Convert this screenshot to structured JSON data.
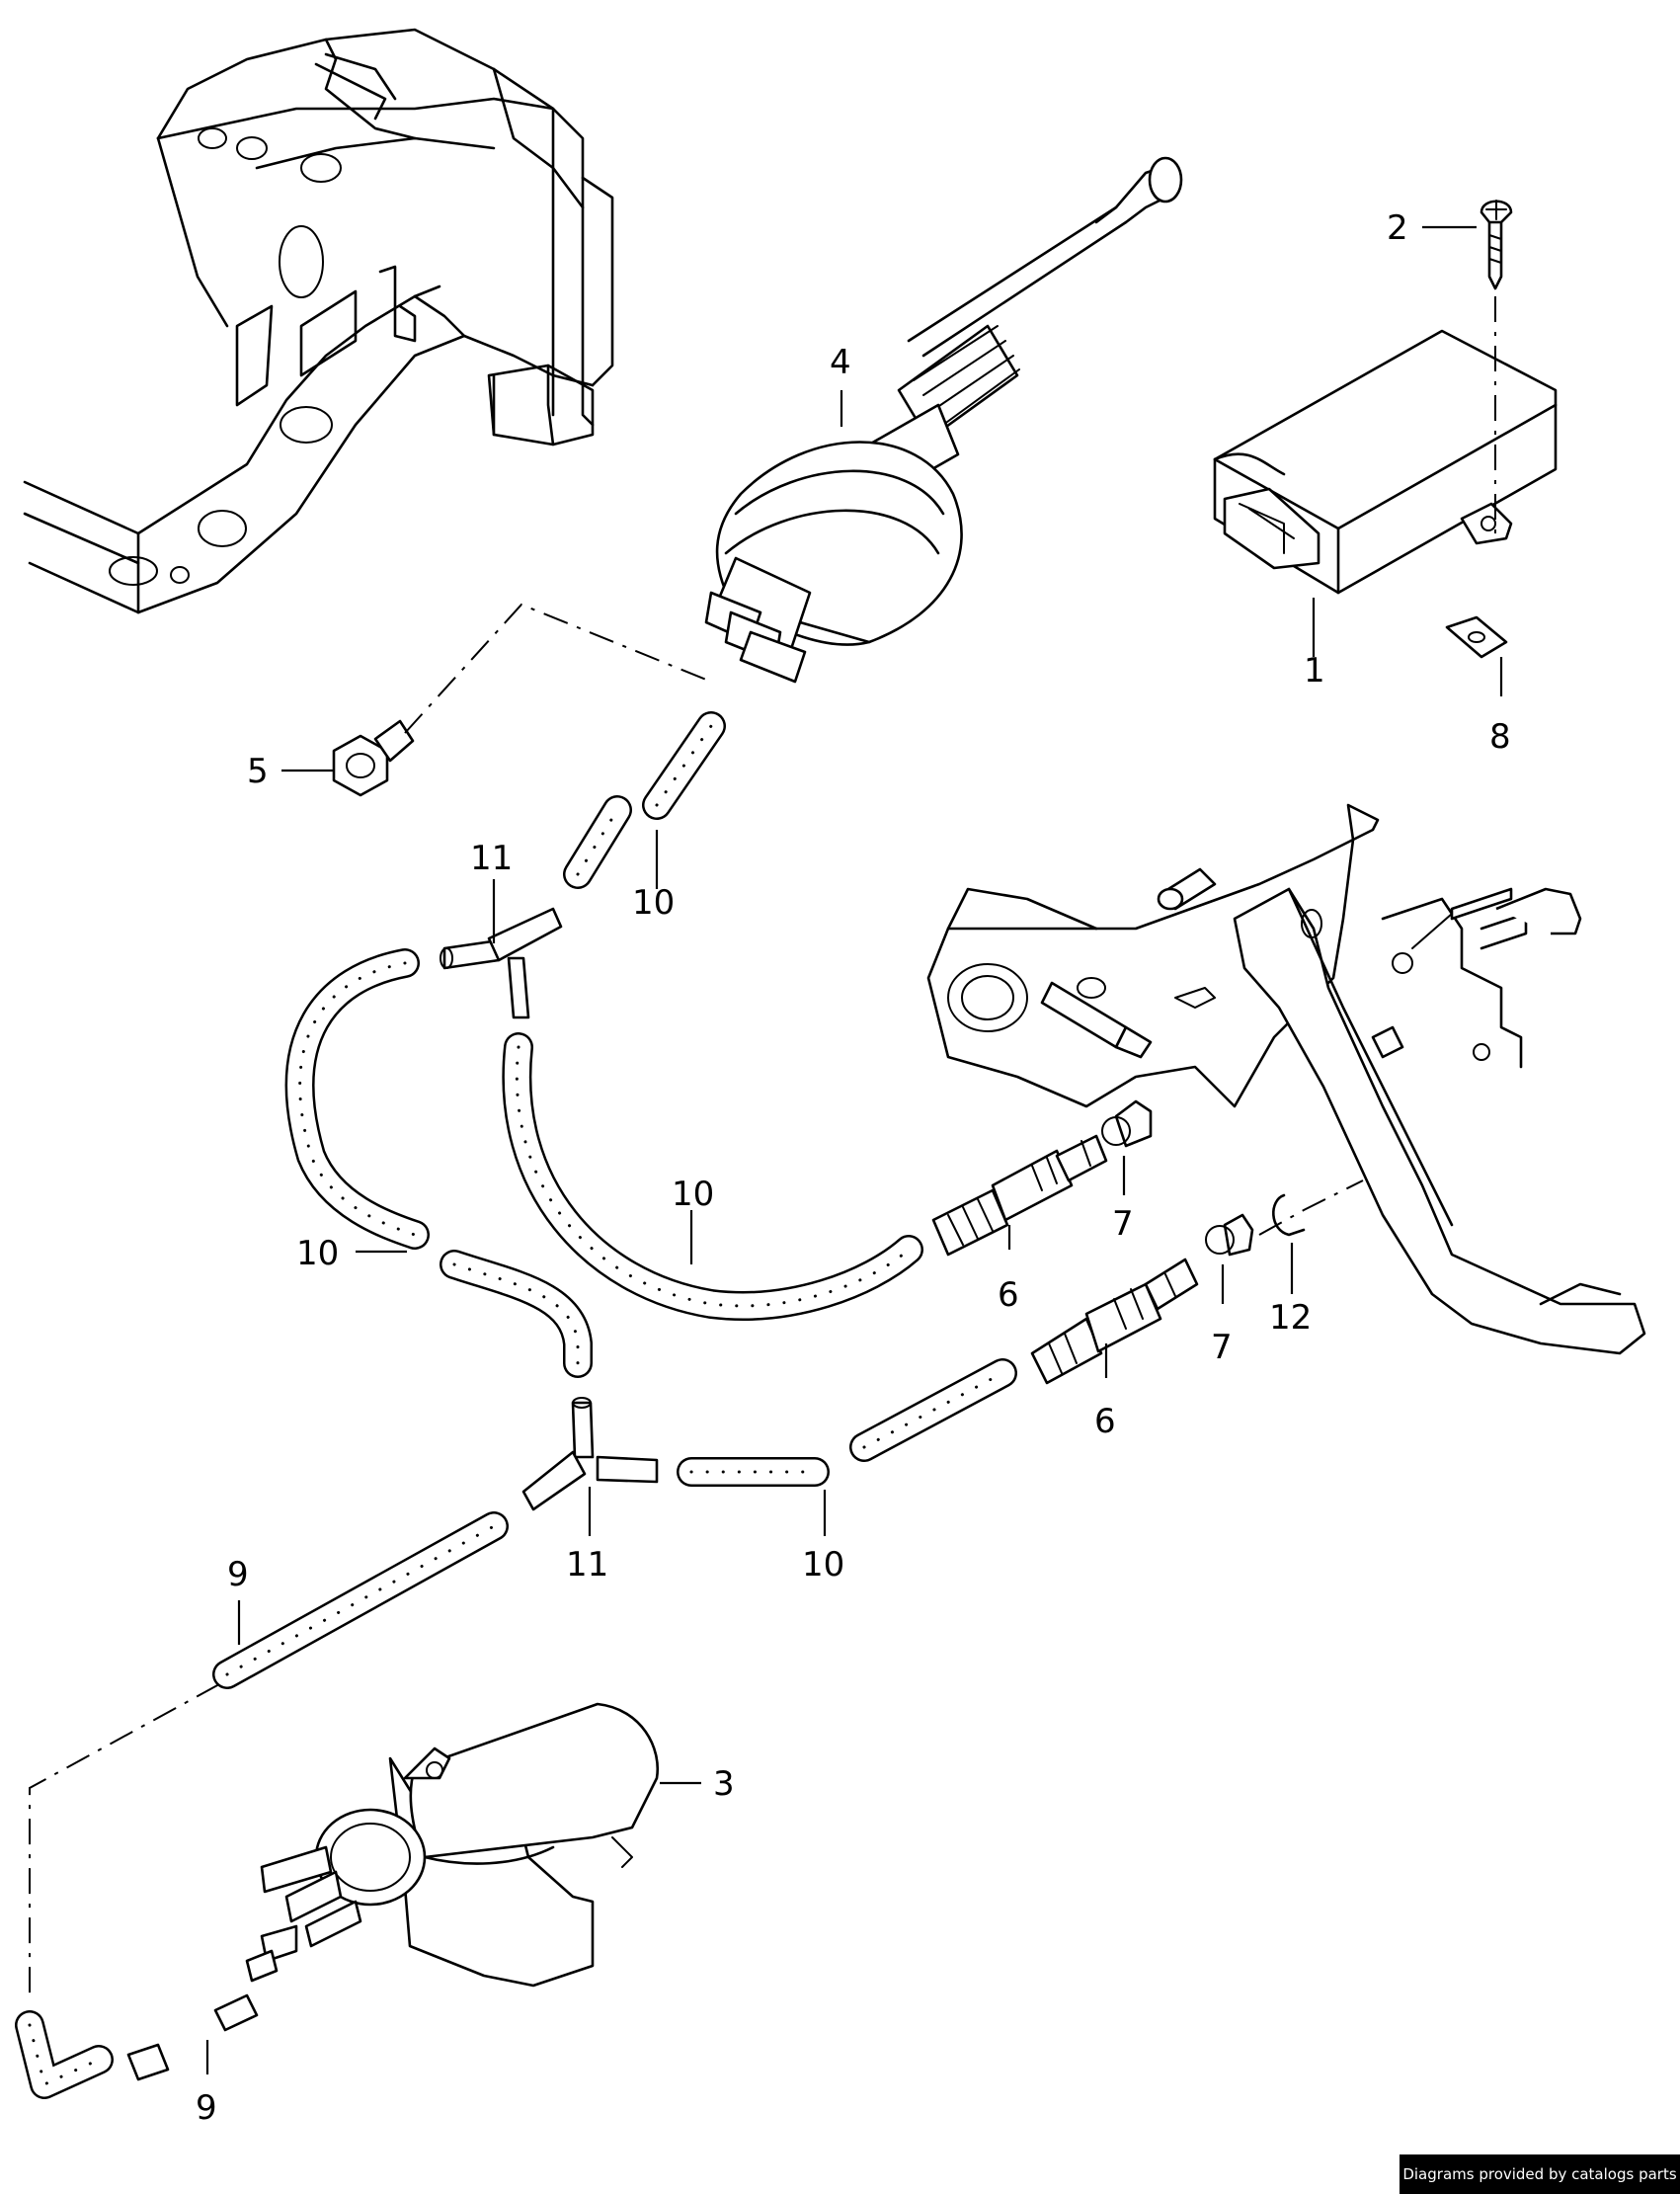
{
  "callouts": [
    {
      "id": "c1",
      "label": "1"
    },
    {
      "id": "c2",
      "label": "2"
    },
    {
      "id": "c3",
      "label": "3"
    },
    {
      "id": "c4",
      "label": "4"
    },
    {
      "id": "c5",
      "label": "5"
    },
    {
      "id": "c6a",
      "label": "6"
    },
    {
      "id": "c6b",
      "label": "6"
    },
    {
      "id": "c7a",
      "label": "7"
    },
    {
      "id": "c7b",
      "label": "7"
    },
    {
      "id": "c8",
      "label": "8"
    },
    {
      "id": "c9a",
      "label": "9"
    },
    {
      "id": "c9b",
      "label": "9"
    },
    {
      "id": "c10a",
      "label": "10"
    },
    {
      "id": "c10b",
      "label": "10"
    },
    {
      "id": "c10c",
      "label": "10"
    },
    {
      "id": "c10d",
      "label": "10"
    },
    {
      "id": "c11a",
      "label": "11"
    },
    {
      "id": "c11b",
      "label": "11"
    },
    {
      "id": "c12",
      "label": "12"
    }
  ],
  "footer": {
    "credit": "Diagrams provided by catalogs parts"
  }
}
